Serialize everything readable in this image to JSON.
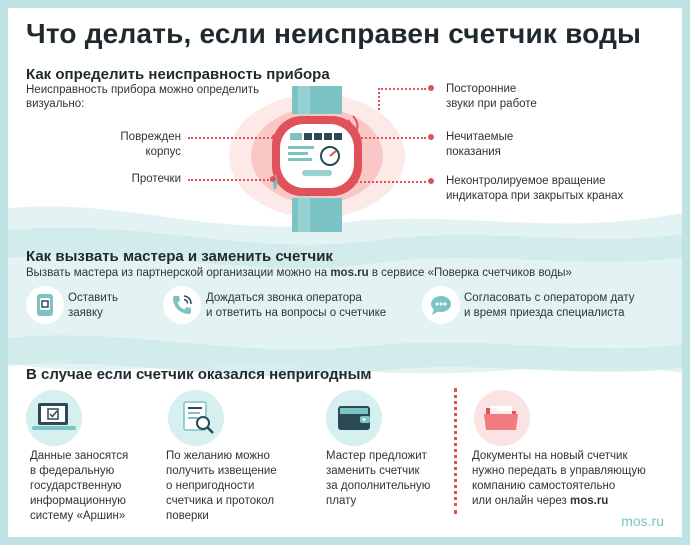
{
  "title": "Что делать, если неисправен счетчик воды",
  "section1": {
    "heading": "Как определить неисправность прибора",
    "intro_line1": "Неисправность прибора можно определить",
    "intro_line2": "визуально:",
    "left_items": [
      {
        "line1": "Поврежден",
        "line2": "корпус"
      },
      {
        "line1": "Протечки",
        "line2": ""
      }
    ],
    "right_items": [
      {
        "line1": "Посторонние",
        "line2": "звуки при работе"
      },
      {
        "line1": "Нечитаемые",
        "line2": "показания"
      },
      {
        "line1": "Неконтролируемое вращение",
        "line2": "индикатора при закрытых кранах"
      }
    ]
  },
  "section2": {
    "heading": "Как вызвать мастера и заменить счетчик",
    "sub_pre": "Вызвать мастера из партнерской организации можно на ",
    "sub_bold": "mos.ru",
    "sub_post": " в сервисе «Поверка счетчиков воды»",
    "steps": [
      {
        "icon": "phone-app-icon",
        "line1": "Оставить",
        "line2": "заявку"
      },
      {
        "icon": "phone-call-icon",
        "line1": "Дождаться звонка оператора",
        "line2": "и ответить на вопросы о счетчике"
      },
      {
        "icon": "chat-icon",
        "line1": "Согласовать с оператором дату",
        "line2": "и время приезда специалиста"
      }
    ]
  },
  "section3": {
    "heading": "В случае если счетчик оказался непригодным",
    "cards": [
      {
        "icon": "computer-check-icon",
        "lines": [
          "Данные заносятся",
          "в федеральную",
          "государственную",
          "информационную",
          "систему «Аршин»"
        ]
      },
      {
        "icon": "document-search-icon",
        "lines": [
          "По желанию можно",
          "получить извещение",
          "о непригодности",
          "счетчика и протокол",
          "поверки"
        ]
      },
      {
        "icon": "wallet-icon",
        "lines": [
          "Мастер предложит",
          "заменить счетчик",
          "за дополнительную",
          "плату"
        ]
      },
      {
        "icon": "folder-icon",
        "lines": [
          "Документы на новый счетчик",
          "нужно передать в управляющую",
          "компанию самостоятельно"
        ],
        "last_pre": "или онлайн через ",
        "last_bold": "mos.ru"
      }
    ]
  },
  "brand": "mos.ru",
  "colors": {
    "accent": "#e0525a",
    "teal": "#7cc4c4",
    "pale_teal": "#dff1f1",
    "pink": "#fbe3e3"
  }
}
